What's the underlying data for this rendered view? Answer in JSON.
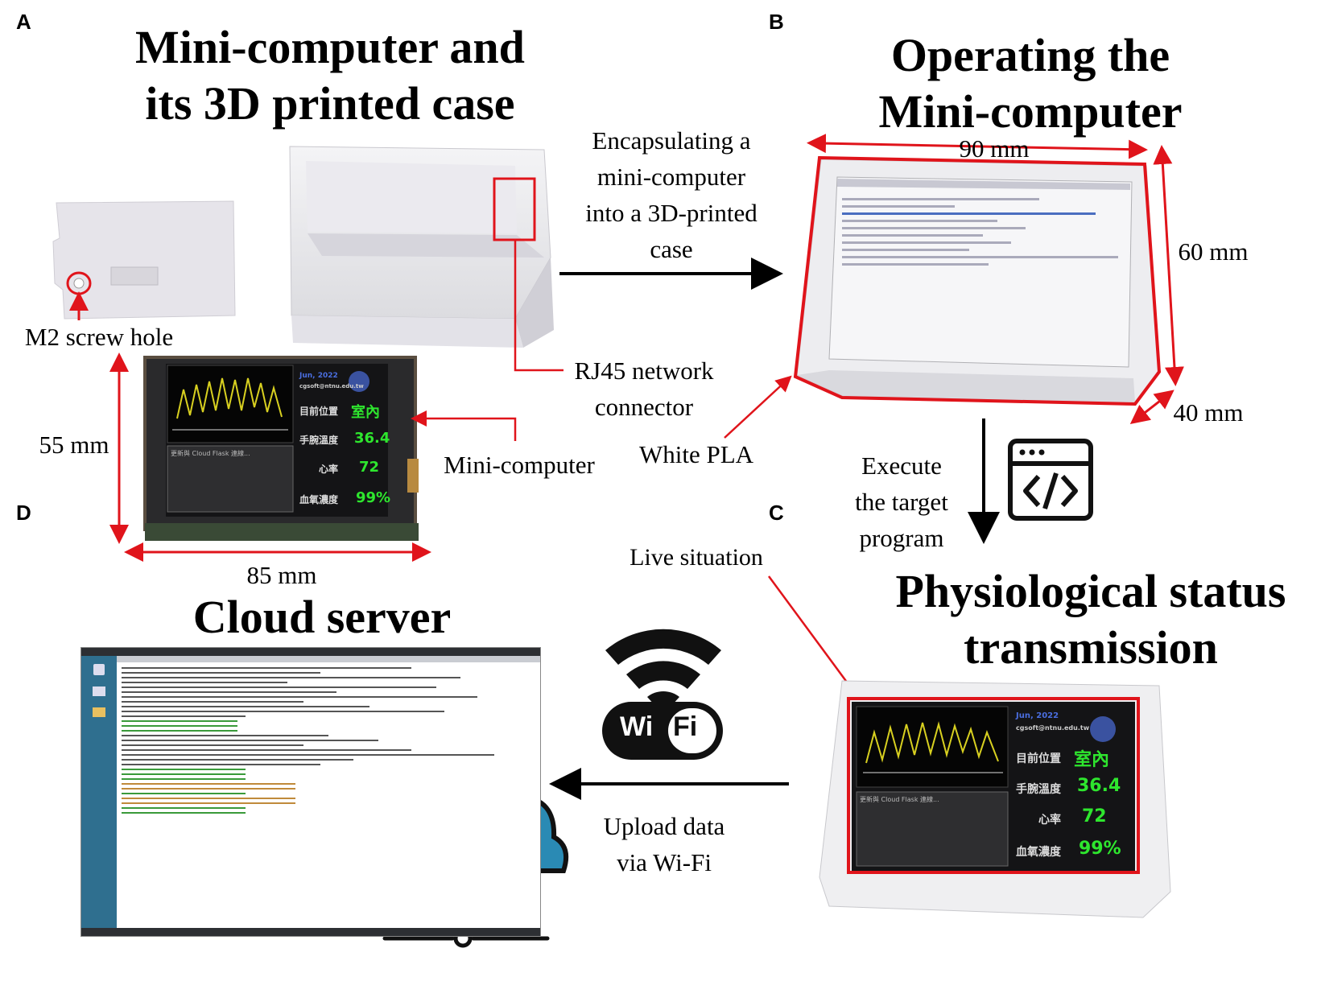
{
  "panels": {
    "a": {
      "letter": "A",
      "title_line1": "Mini-computer and",
      "title_line2": "its 3D printed case"
    },
    "b": {
      "letter": "B",
      "title_line1": "Operating the",
      "title_line2": "Mini-computer"
    },
    "c": {
      "letter": "C",
      "title_line1": "Physiological status",
      "title_line2": "transmission"
    },
    "d": {
      "letter": "D",
      "title": "Cloud server"
    }
  },
  "labels": {
    "m2_screw_hole": "M2 screw hole",
    "rj45_line1": "RJ45 network",
    "rj45_line2": "connector",
    "mini_computer": "Mini-computer",
    "white_pla": "White PLA",
    "live_situation": "Live situation",
    "dim_55": "55 mm",
    "dim_85": "85 mm",
    "dim_90": "90 mm",
    "dim_60": "60 mm",
    "dim_40": "40 mm"
  },
  "arrows": {
    "encapsulate": [
      "Encapsulating a",
      "mini-computer",
      "into a 3D-printed",
      "case"
    ],
    "execute": [
      "Execute",
      "the target",
      "program"
    ],
    "upload": [
      "Upload data",
      "via Wi-Fi"
    ]
  },
  "device_screen": {
    "date": "Jun, 2022",
    "email": "cgsoft@ntnu.edu.tw",
    "row1_label": "目前位置",
    "row1_value": "室內",
    "row2_label": "手腕溫度",
    "row2_value": "36.4",
    "row3_label": "心率",
    "row3_value": "72",
    "row4_label": "血氧濃度",
    "row4_value": "99%",
    "msg": "更新與 Cloud Flask 連線..."
  },
  "wifi": {
    "wi": "Wi",
    "fi": "Fi"
  },
  "colors": {
    "accent_red": "#e0141b",
    "value_green": "#2ee62e",
    "wave_yellow": "#d8d020",
    "cloud_blue": "#2a8ab4"
  }
}
